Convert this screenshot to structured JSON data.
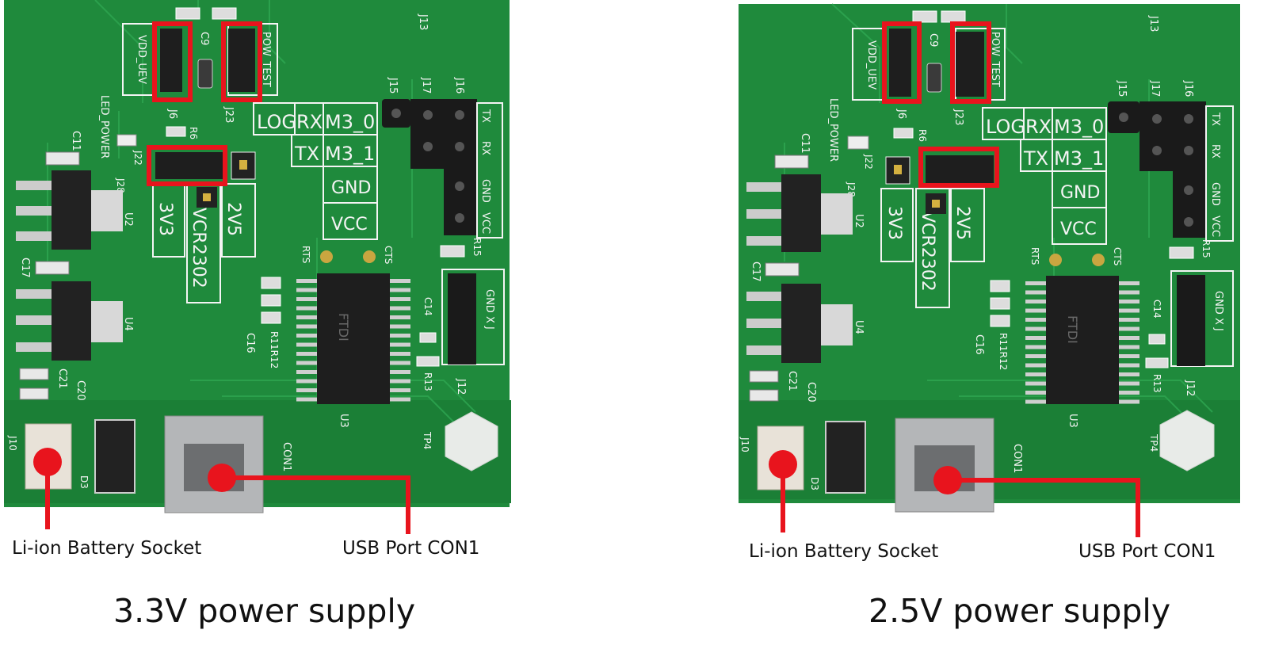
{
  "colors": {
    "pcb": "#1f8a3c",
    "pcb_dark": "#17722f",
    "silkscreen": "#f4f4f4",
    "highlight": "#e8141d",
    "chip": "#1e1e1e"
  },
  "panels": [
    {
      "id": "left",
      "caption": "3.3V power supply",
      "labels": {
        "battery": "Li-ion Battery Socket",
        "usb": "USB Port CON1"
      },
      "jumper_setting": "3V3"
    },
    {
      "id": "right",
      "caption": "2.5V power supply",
      "labels": {
        "battery": "Li-ion Battery Socket",
        "usb": "USB Port CON1"
      },
      "jumper_setting": "2V5"
    }
  ],
  "silkscreen": {
    "vdd": "VDD_UEV",
    "pow": "POW_TEST",
    "j6": "J6",
    "j23": "J23",
    "c9": "C9",
    "led": "LED_POWER",
    "r6": "R6",
    "j22": "J22",
    "j28": "J28",
    "c11": "C11",
    "u2": "U2",
    "c17": "C17",
    "u4": "U4",
    "c21": "C21",
    "c20": "C20",
    "v33": "3V3",
    "v25": "2V5",
    "vcr": "VCR2302",
    "log": "LOG",
    "rx": "RX",
    "m30": "M3_0",
    "tx": "TX",
    "m31": "M3_1",
    "gnd": "GND",
    "vcc": "VCC",
    "j13": "J13",
    "j15": "J15",
    "j17": "J17",
    "j16": "J16",
    "txlbl": "TX",
    "rxlbl": "RX",
    "gndlbl": "GND",
    "vcclbl": "VCC",
    "rts": "RTS",
    "cts": "CTS",
    "r15": "R15",
    "c14": "C14",
    "gndxj": "GND X J",
    "c16": "C16",
    "r11": "R11R12",
    "r13": "R13",
    "j12": "J12",
    "u3": "U3",
    "j10": "J10",
    "d3": "D3",
    "con1": "CON1",
    "tp4": "TP4",
    "ftdi": "FTDI"
  }
}
